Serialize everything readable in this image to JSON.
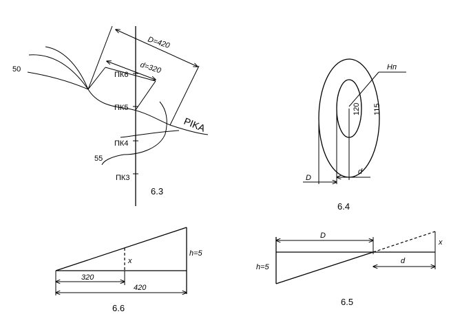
{
  "fig63": {
    "caption": "6.3",
    "dim_D": "D=420",
    "dim_d": "d=320",
    "pk6": "ПК6",
    "pk5": "ПК5",
    "pk4": "ПК4",
    "pk3": "ПК3",
    "contour_50": "50",
    "contour_55": "55",
    "river": "PIKA"
  },
  "fig64": {
    "caption": "6.4",
    "hn": "Hп",
    "v120": "120",
    "v115": "115",
    "dim_D": "D",
    "dim_d": "d"
  },
  "fig65": {
    "caption": "6.5",
    "dim_D": "D",
    "dim_d": "d",
    "h": "h=5",
    "x": "x"
  },
  "fig66": {
    "caption": "6.6",
    "dim_320": "320",
    "dim_420": "420",
    "h": "h=5",
    "x": "x"
  }
}
